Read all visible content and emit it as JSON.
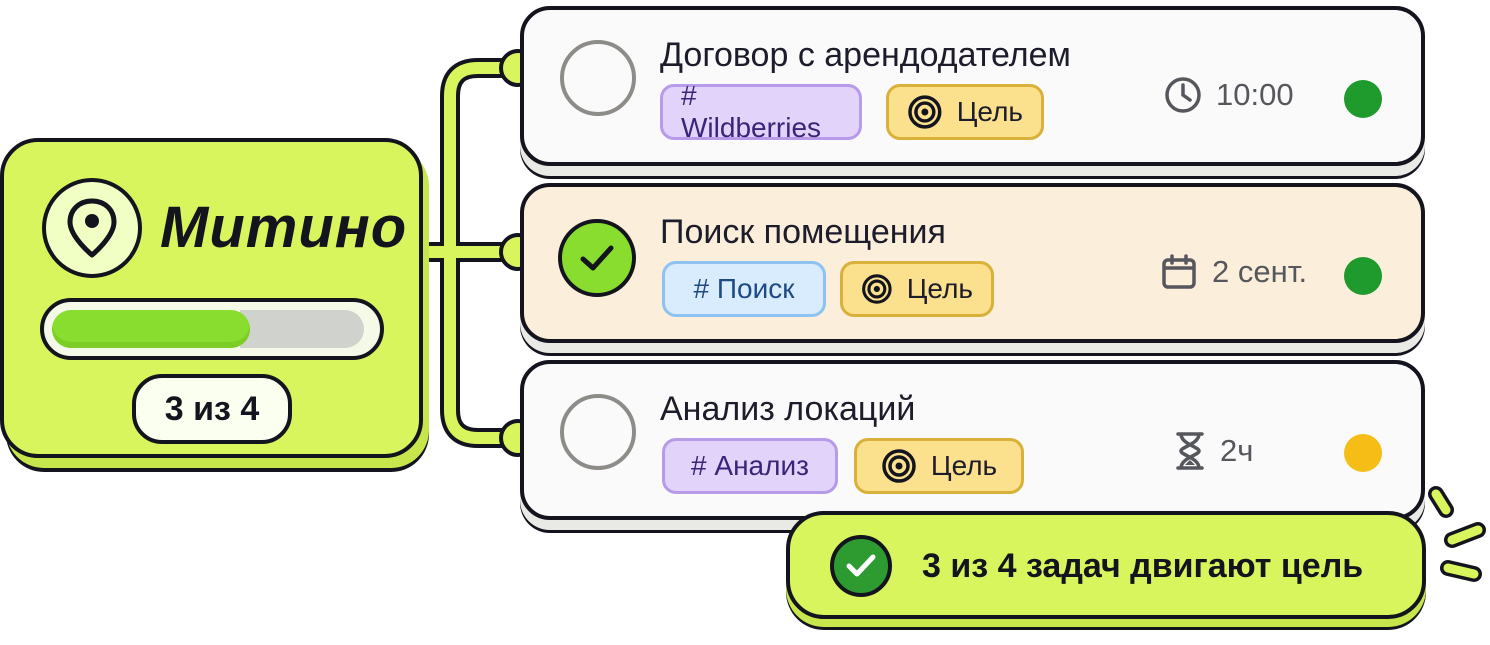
{
  "group": {
    "title": "Митино",
    "progress": {
      "done": 3,
      "total": 4,
      "fraction": 0.75
    },
    "count_label": "3 из 4",
    "icon": "map-pin-icon",
    "color": "#d8f55e"
  },
  "tasks": [
    {
      "title": "Договор с арендодателем",
      "done": false,
      "tag": "# Wildberries",
      "tag_color": "purple",
      "goal_label": "Цель",
      "meta_icon": "clock-icon",
      "meta": "10:00",
      "status_color": "#1f9a2c"
    },
    {
      "title": "Поиск помещения",
      "done": true,
      "tag": "# Поиск",
      "tag_color": "blue",
      "goal_label": "Цель",
      "meta_icon": "calendar-icon",
      "meta": "2 сент.",
      "status_color": "#1f9a2c"
    },
    {
      "title": "Анализ локаций",
      "done": false,
      "tag": "# Анализ",
      "tag_color": "purple",
      "goal_label": "Цель",
      "meta_icon": "hourglass-icon",
      "meta": "2ч",
      "status_color": "#f5bd16"
    }
  ],
  "summary": {
    "text": "3 из 4 задач двигают цель",
    "icon": "check-circle-icon"
  }
}
